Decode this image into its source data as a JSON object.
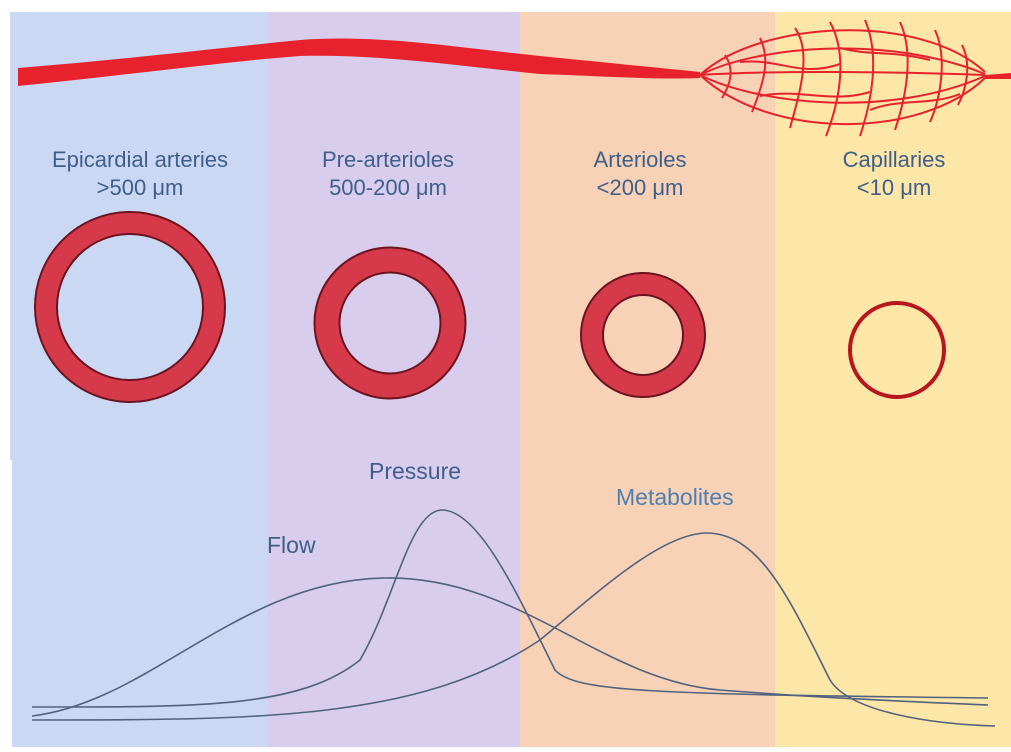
{
  "segments": [
    {
      "name": "Epicardial arteries",
      "size": ">500 μm",
      "color": "#cad8f4"
    },
    {
      "name": "Pre-arterioles",
      "size": "500-200 μm",
      "color": "#d8cdec"
    },
    {
      "name": "Arterioles",
      "size": "<200 μm",
      "color": "#f7d2b6"
    },
    {
      "name": "Capillaries",
      "size": "<10 μm",
      "color": "#fce6a8"
    }
  ],
  "curves": {
    "flow": "Flow",
    "pressure": "Pressure",
    "metabolites": "Metabolites"
  },
  "colors": {
    "vessel_red": "#e8222c",
    "ring_fill": "#d63a4a",
    "ring_stroke": "#6b1420",
    "curve_line": "#50627e"
  }
}
